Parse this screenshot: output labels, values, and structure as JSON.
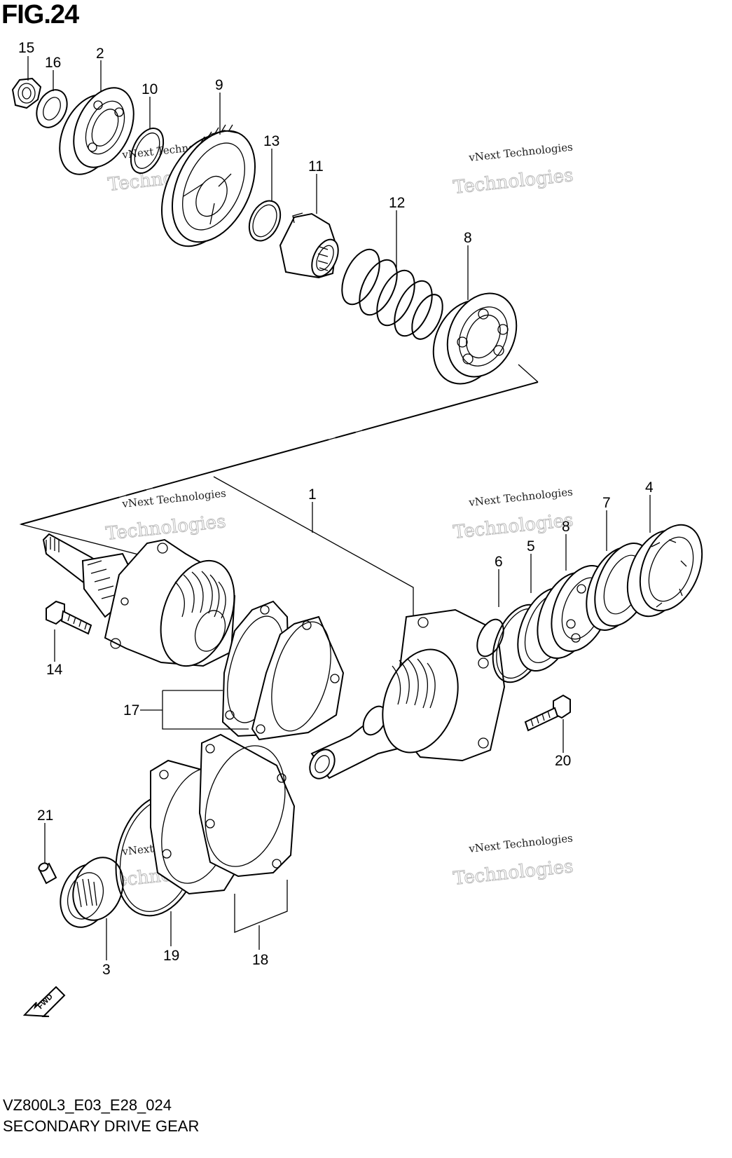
{
  "figure": {
    "title": "FIG.24"
  },
  "footer": {
    "code": "VZ800L3_E03_E28_024",
    "name": "SECONDARY DRIVE GEAR"
  },
  "watermark": {
    "line1": "vNext Technologies",
    "line2": "Technologies"
  },
  "fwd_label": "FWD",
  "callouts": {
    "c1": "1",
    "c2": "2",
    "c3": "3",
    "c4": "4",
    "c5": "5",
    "c6": "6",
    "c7": "7",
    "c8a": "8",
    "c8b": "8",
    "c9": "9",
    "c10": "10",
    "c11": "11",
    "c12": "12",
    "c13": "13",
    "c14": "14",
    "c15": "15",
    "c16": "16",
    "c17": "17",
    "c18": "18",
    "c19": "19",
    "c20": "20",
    "c21": "21"
  }
}
